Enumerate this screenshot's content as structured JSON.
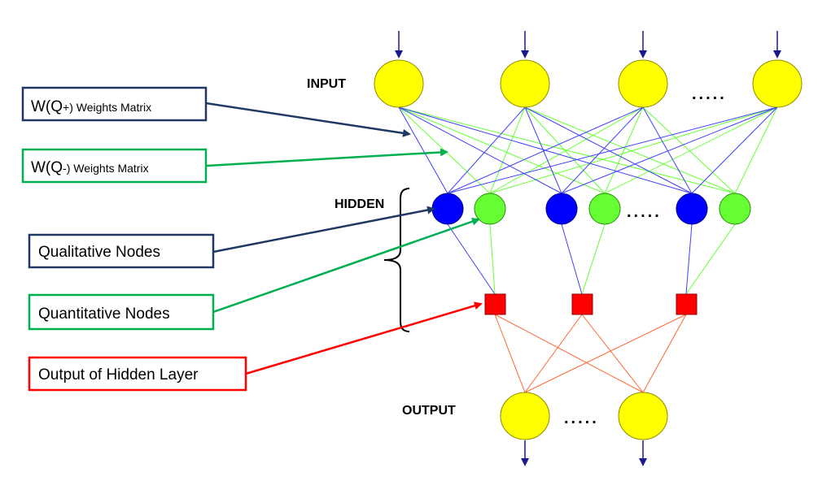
{
  "layers": {
    "input": "INPUT",
    "hidden": "HIDDEN",
    "output": "OUTPUT"
  },
  "ellipsis": ".....",
  "callouts": {
    "w_plus": {
      "prefix": "W(Q",
      "sign": "+)",
      "suffix": " Weights Matrix"
    },
    "w_minus": {
      "prefix": "W(Q",
      "sign": "-)",
      "suffix": " Weights Matrix"
    },
    "qualitative": "Qualitative Nodes",
    "quantitative": "Quantitative Nodes",
    "hidden_output": "Output of Hidden Layer"
  },
  "colors": {
    "input_node": "#ffff00",
    "qualitative_node": "#0000ff",
    "quantitative_node": "#66ff33",
    "output_unit": "#ff0000",
    "navy": "#1f3864",
    "green": "#00b050",
    "red": "#ff0000",
    "plus_edge": "#4040ff",
    "minus_edge": "#66ff33",
    "output_edge": "#ff6633"
  }
}
